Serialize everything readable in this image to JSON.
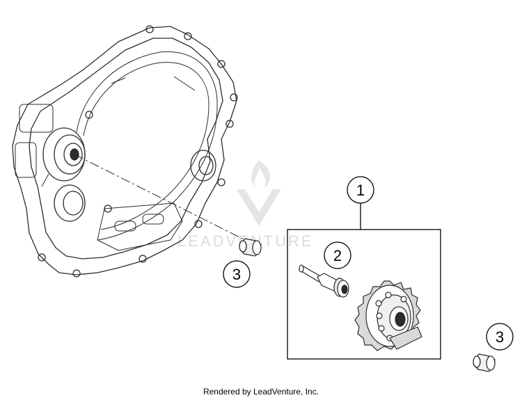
{
  "callouts": [
    {
      "id": "callout-1",
      "label": "1"
    },
    {
      "id": "callout-2",
      "label": "2"
    },
    {
      "id": "callout-3a",
      "label": "3"
    },
    {
      "id": "callout-3b",
      "label": "3"
    }
  ],
  "parts": {
    "housing": "clutch-cover-housing",
    "shaft": "pump-shaft",
    "gear": "pump-gear",
    "bushing": "bushing"
  },
  "watermark": {
    "text": "LEADVENTURE"
  },
  "footer": {
    "text": "Rendered by LeadVenture, Inc."
  },
  "colors": {
    "line": "#2b2b2b",
    "watermark": "#d9d9d9",
    "background": "#ffffff"
  }
}
